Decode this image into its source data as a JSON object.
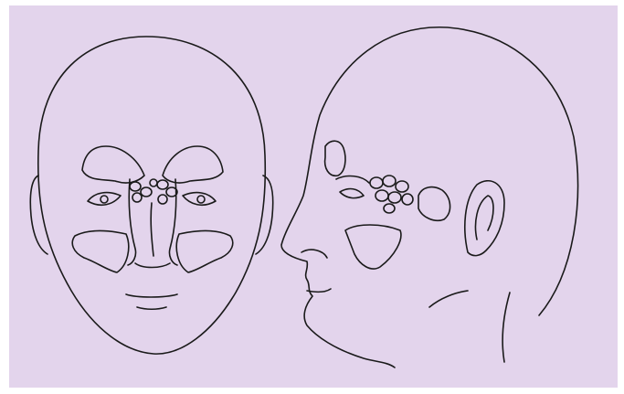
{
  "colors": {
    "paper": "#e3d4ec",
    "border": "#ffffff",
    "ink": "#1a1a1a"
  },
  "views": [
    {
      "name": "front-view",
      "sinuses": [
        "frontal",
        "ethmoid",
        "maxillary"
      ]
    },
    {
      "name": "side-view",
      "sinuses": [
        "frontal",
        "ethmoid",
        "sphenoid",
        "maxillary"
      ]
    }
  ]
}
